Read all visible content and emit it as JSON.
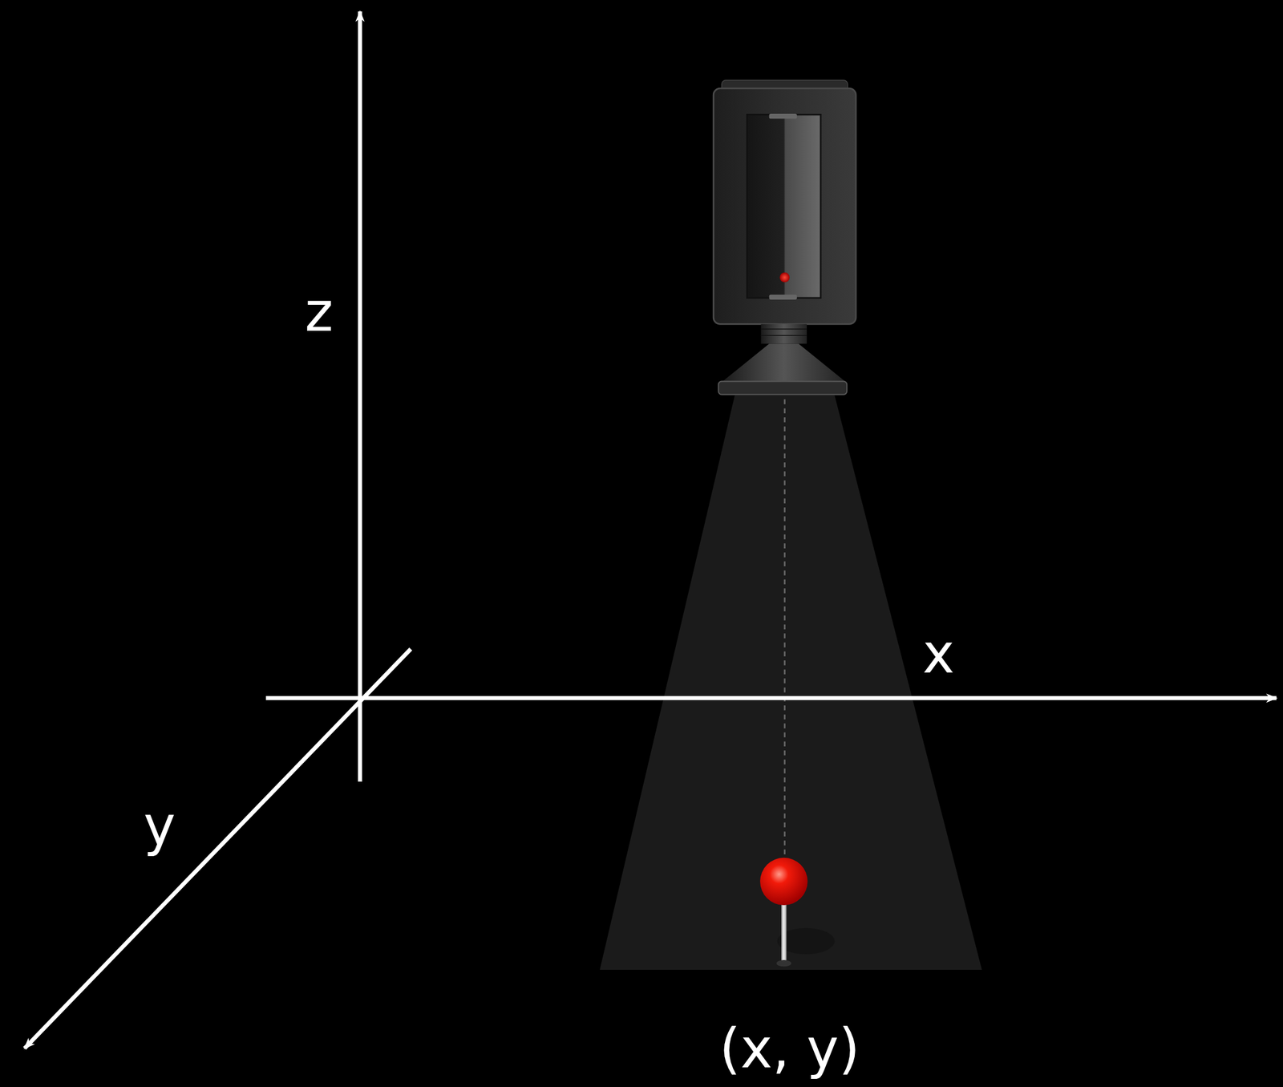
{
  "diagram": {
    "labels": [
      "z",
      "x",
      "y",
      "(x, y)"
    ]
  }
}
